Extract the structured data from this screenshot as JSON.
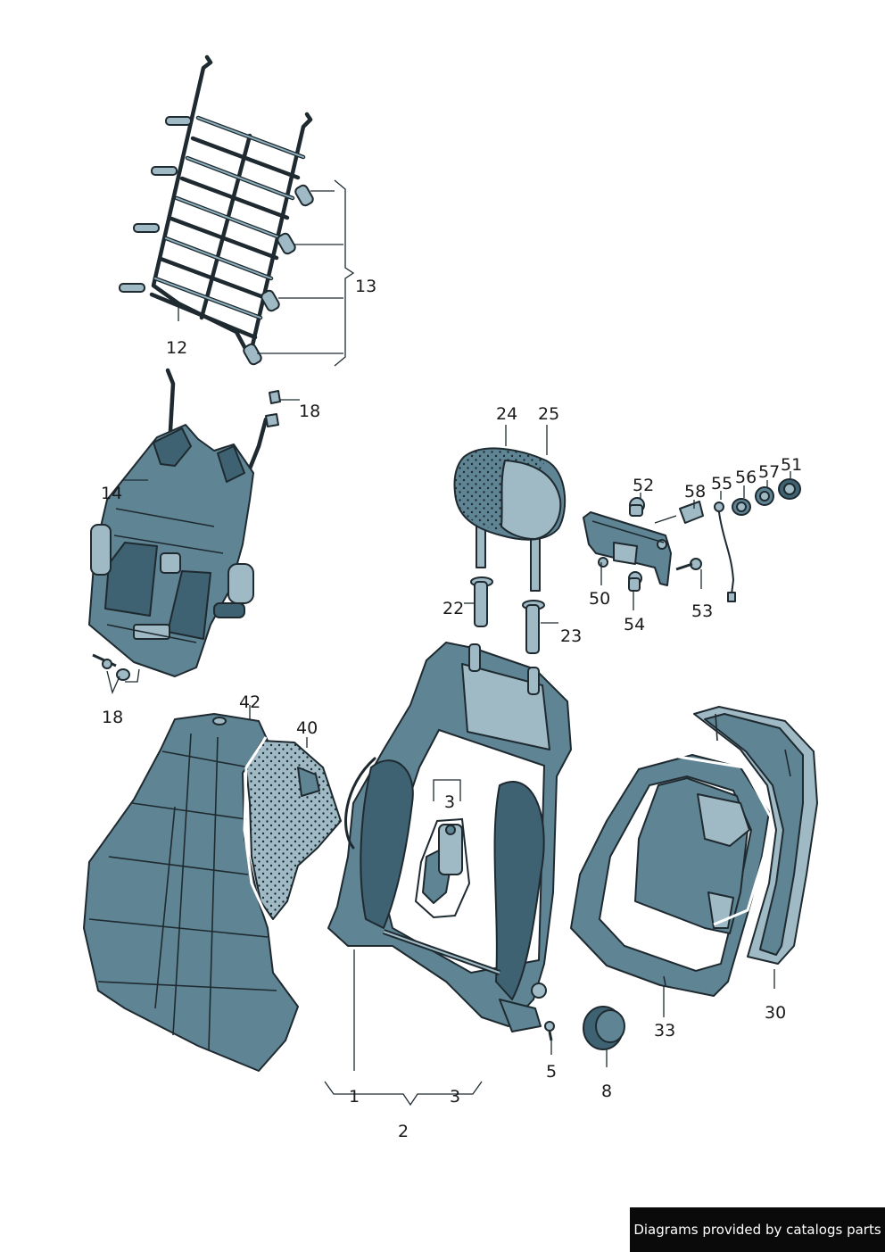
{
  "callouts": {
    "c12": "12",
    "c13": "13",
    "c14": "14",
    "c18a": "18",
    "c18b": "18",
    "c24": "24",
    "c25": "25",
    "c22": "22",
    "c23": "23",
    "c52": "52",
    "c58": "58",
    "c55": "55",
    "c56": "56",
    "c57": "57",
    "c51": "51",
    "c50": "50",
    "c54": "54",
    "c53": "53",
    "c42": "42",
    "c40": "40",
    "c3a": "3",
    "c30": "30",
    "c33": "33",
    "c5": "5",
    "c8": "8",
    "c1": "1",
    "c3b": "3",
    "c2": "2"
  },
  "footer": {
    "credit": "Diagrams provided by catalogs parts"
  },
  "colors": {
    "part": "#5f8494",
    "part_light": "#9fbac4",
    "part_dark": "#3e6272",
    "outline": "#1e2a30"
  }
}
